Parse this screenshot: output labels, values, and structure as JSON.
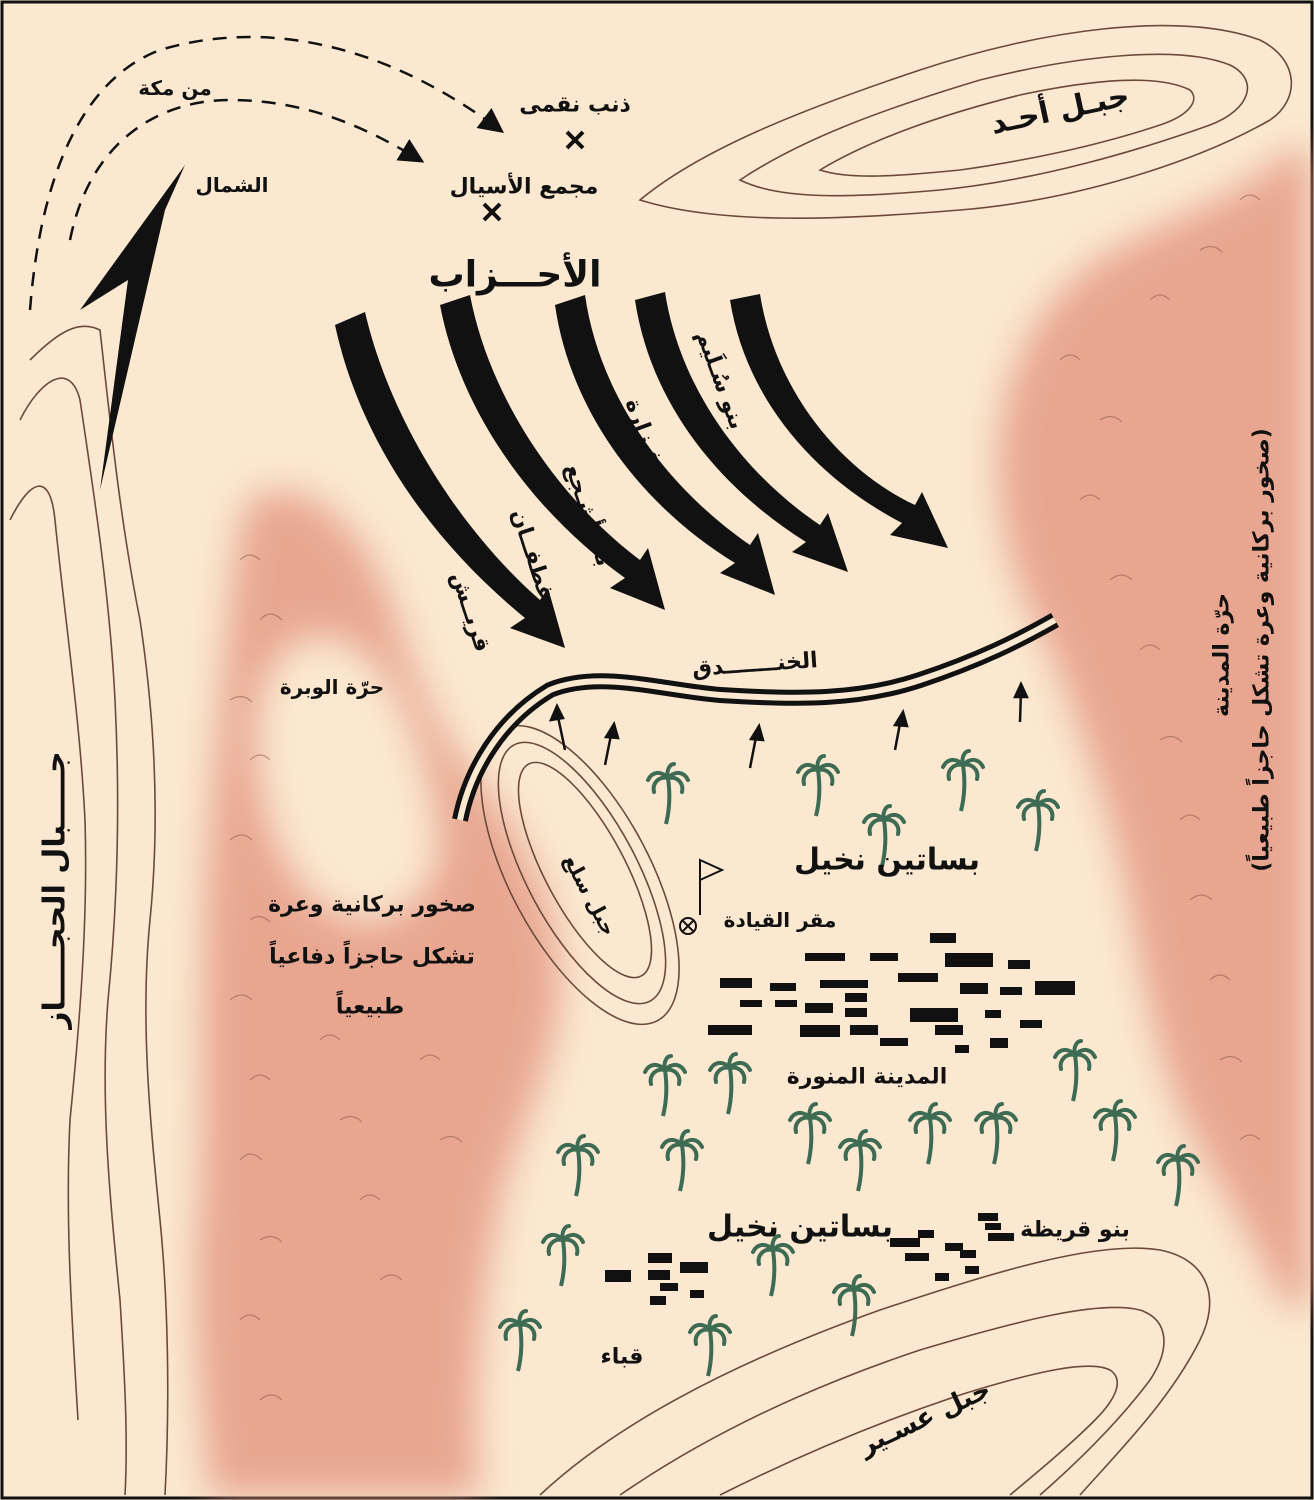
{
  "labels": {
    "from_makkah": "من مكة",
    "north": "الشمال",
    "dhanab_naqma": "ذنب نقمى",
    "majma_al_asyal": "مجمع الأسيال",
    "jabal_uhud": "جبـل أحـد",
    "ahzab": "الأحـــزاب",
    "bani_sulaym": "بنو سُـلَيم",
    "bani_fazara": "بنو فـزارة",
    "bani_ashja": "بنو أشـجع",
    "ghatafan": "غطفــان",
    "quraysh": "قريــش",
    "khandaq": "الخنـــــــدق",
    "harrat_wabra": "حرّة الوبرة",
    "volcanic_west_line1": "صخور بركانية وعرة",
    "volcanic_west_line2": "تشكل حاجزاً دفاعياً",
    "volcanic_west_line3": "طبيعياً",
    "jabal_sal": "جبل سلع",
    "palm_gardens_1": "بساتين نخيل",
    "command_hq": "مقر القيادة",
    "madinah": "المدينة المنورة",
    "bani_qurayza": "بنو قريظة",
    "palm_gardens_2": "بساتين نخيل",
    "quba": "قباء",
    "jabal_ayr": "جبل عسـير",
    "harrat_madinah": "حرّة المدينة",
    "volcanic_east": "(صخور بركانية وعرة تشكل حاجزاً طبيعياً)",
    "mountains_west": "جـــــبال الحجـــــاز"
  },
  "colors": {
    "background": "#fbe8d0",
    "lava": "#e59b86",
    "ink": "#111111",
    "contour": "#6b4a3a",
    "palm": "#3e6b53"
  },
  "icons": {
    "north_arrow": "north-arrow-icon",
    "camp_marker": "x-marker-icon",
    "hq": "flag-circle-icon",
    "palm": "palm-tree-icon"
  }
}
